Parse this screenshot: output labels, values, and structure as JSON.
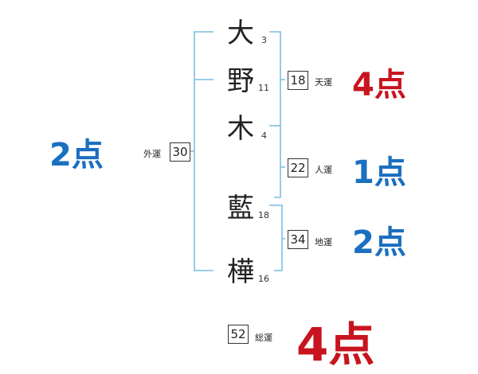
{
  "name_chars": [
    {
      "char": "大",
      "strokes": "3"
    },
    {
      "char": "野",
      "strokes": "11"
    },
    {
      "char": "木",
      "strokes": "4"
    },
    {
      "char": "藍",
      "strokes": "18"
    },
    {
      "char": "樺",
      "strokes": "16"
    }
  ],
  "fortunes": {
    "gaiun": {
      "label": "外運",
      "value": "30",
      "score": "2点"
    },
    "tenun": {
      "label": "天運",
      "value": "18",
      "score": "4点"
    },
    "jinun": {
      "label": "人運",
      "value": "22",
      "score": "1点"
    },
    "chiun": {
      "label": "地運",
      "value": "34",
      "score": "2点"
    },
    "souun": {
      "label": "総運",
      "value": "52",
      "score": "4点"
    }
  },
  "colors": {
    "bracket": "#8cc6e3",
    "good": "#c8141e",
    "normal": "#1a6fc0"
  }
}
